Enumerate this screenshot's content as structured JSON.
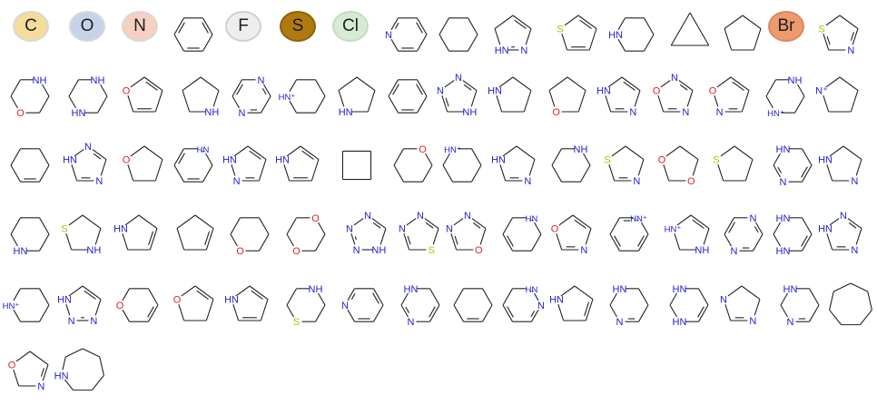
{
  "atom_badges": [
    {
      "label": "C",
      "fill": "#f4dc9a",
      "stroke": "#d8d8d8"
    },
    {
      "label": "O",
      "fill": "#c4d3ea",
      "stroke": "#d8d8d8"
    },
    {
      "label": "N",
      "fill": "#f6d0c0",
      "stroke": "#d8d8d8"
    },
    {
      "label": "F",
      "fill": "#eeeeee",
      "stroke": "#d0d0d0"
    },
    {
      "label": "S",
      "fill": "#b07a10",
      "stroke": "#8e6208"
    },
    {
      "label": "Cl",
      "fill": "#d6ecd2",
      "stroke": "#c4dcc0"
    },
    {
      "label": "Br",
      "fill": "#ee9a6e",
      "stroke": "#d88a60"
    }
  ],
  "colors": {
    "bond": "#222222",
    "N": "#2222cc",
    "O": "#dd2222",
    "S": "#b8b800"
  },
  "rings": [
    {
      "id": "r1-benzene",
      "n": 6,
      "atoms": [],
      "double": [
        0,
        2,
        4
      ]
    },
    {
      "id": "r1-pyridine",
      "n": 6,
      "atoms": [
        {
          "i": 4,
          "t": "N"
        }
      ],
      "double": [
        0,
        2,
        4
      ]
    },
    {
      "id": "r1-cyclohexane",
      "n": 6,
      "atoms": [],
      "double": []
    },
    {
      "id": "r1-pyrazole",
      "n": 5,
      "atoms": [
        {
          "i": 3,
          "t": "HN"
        },
        {
          "i": 2,
          "t": "N"
        }
      ],
      "double": [
        0,
        2
      ]
    },
    {
      "id": "r1-thiophene",
      "n": 5,
      "atoms": [
        {
          "i": 4,
          "t": "S"
        }
      ],
      "double": [
        0,
        2
      ]
    },
    {
      "id": "r1-piperidine",
      "n": 6,
      "atoms": [
        {
          "i": 4,
          "t": "HN"
        }
      ],
      "double": []
    },
    {
      "id": "r1-cyclopropane",
      "n": 3,
      "atoms": [],
      "double": []
    },
    {
      "id": "r1-cyclopentane",
      "n": 5,
      "atoms": [],
      "double": []
    },
    {
      "id": "r1-thiazole",
      "n": 5,
      "atoms": [
        {
          "i": 4,
          "t": "S"
        },
        {
          "i": 2,
          "t": "N"
        }
      ],
      "double": [
        1,
        3
      ]
    },
    {
      "id": "r2-morpholine",
      "n": 6,
      "atoms": [
        {
          "i": 0,
          "t": "NH"
        },
        {
          "i": 3,
          "t": "O"
        }
      ],
      "double": []
    },
    {
      "id": "r2-piperazine",
      "n": 6,
      "atoms": [
        {
          "i": 0,
          "t": "NH"
        },
        {
          "i": 3,
          "t": "HN"
        }
      ],
      "double": []
    },
    {
      "id": "r2-furan",
      "n": 5,
      "atoms": [
        {
          "i": 4,
          "t": "O"
        }
      ],
      "double": [
        0,
        2
      ]
    },
    {
      "id": "r2-pyrrolidine",
      "n": 5,
      "atoms": [
        {
          "i": 2,
          "t": "NH"
        }
      ],
      "double": []
    },
    {
      "id": "r2-pyrazine",
      "n": 6,
      "atoms": [
        {
          "i": 0,
          "t": "N"
        },
        {
          "i": 3,
          "t": "N"
        }
      ],
      "double": [
        0,
        2,
        4
      ]
    },
    {
      "id": "r2-piperidinium",
      "n": 6,
      "atoms": [
        {
          "i": 4,
          "t": "HN⁺"
        }
      ],
      "double": []
    },
    {
      "id": "r2-pyrrolidine-b",
      "n": 5,
      "atoms": [
        {
          "i": 3,
          "t": "HN"
        }
      ],
      "double": []
    },
    {
      "id": "r2-benzene",
      "n": 6,
      "atoms": [],
      "double": [
        0,
        2,
        4
      ]
    },
    {
      "id": "r2-triazole",
      "n": 5,
      "atoms": [
        {
          "i": 0,
          "t": "N"
        },
        {
          "i": 4,
          "t": "N"
        },
        {
          "i": 2,
          "t": "NH"
        }
      ],
      "double": [
        0,
        3
      ]
    },
    {
      "id": "r2-pyrrolidine-c",
      "n": 5,
      "atoms": [
        {
          "i": 4,
          "t": "HN"
        }
      ],
      "double": []
    },
    {
      "id": "r2-thf",
      "n": 5,
      "atoms": [
        {
          "i": 3,
          "t": "O"
        }
      ],
      "double": []
    },
    {
      "id": "r2-imidazole",
      "n": 5,
      "atoms": [
        {
          "i": 4,
          "t": "HN"
        },
        {
          "i": 2,
          "t": "N"
        }
      ],
      "double": [
        0,
        2
      ]
    },
    {
      "id": "r2-oxadiazole",
      "n": 5,
      "atoms": [
        {
          "i": 0,
          "t": "N"
        },
        {
          "i": 4,
          "t": "O"
        },
        {
          "i": 2,
          "t": "N"
        }
      ],
      "double": [
        0,
        2
      ]
    },
    {
      "id": "r2-isoxazole",
      "n": 5,
      "atoms": [
        {
          "i": 4,
          "t": "O"
        },
        {
          "i": 3,
          "t": "N"
        }
      ],
      "double": [
        0,
        2
      ]
    },
    {
      "id": "r2-piperazinium",
      "n": 6,
      "atoms": [
        {
          "i": 0,
          "t": "NH"
        },
        {
          "i": 3,
          "t": "HN⁺"
        }
      ],
      "double": []
    },
    {
      "id": "r2-pyrrolidinium",
      "n": 5,
      "atoms": [
        {
          "i": 4,
          "t": "N⁺"
        }
      ],
      "double": []
    },
    {
      "id": "r3-cyclohexene",
      "n": 6,
      "atoms": [],
      "double": [
        2
      ]
    },
    {
      "id": "r3-triazole",
      "n": 5,
      "atoms": [
        {
          "i": 4,
          "t": "HN"
        },
        {
          "i": 0,
          "t": "N"
        },
        {
          "i": 2,
          "t": "N"
        }
      ],
      "double": [
        0,
        2
      ]
    },
    {
      "id": "r3-thf",
      "n": 5,
      "atoms": [
        {
          "i": 4,
          "t": "O"
        }
      ],
      "double": []
    },
    {
      "id": "r3-dihydropyridine",
      "n": 6,
      "atoms": [
        {
          "i": 0,
          "t": "H̶N"
        }
      ],
      "double": [
        2,
        4
      ]
    },
    {
      "id": "r3-pyrazole",
      "n": 5,
      "atoms": [
        {
          "i": 4,
          "t": "HN"
        },
        {
          "i": 3,
          "t": "N"
        }
      ],
      "double": [
        0,
        2
      ]
    },
    {
      "id": "r3-pyrrole",
      "n": 5,
      "atoms": [
        {
          "i": 4,
          "t": "HN"
        }
      ],
      "double": [
        0,
        2
      ]
    },
    {
      "id": "r3-cyclobutane",
      "n": 4,
      "atoms": [],
      "double": []
    },
    {
      "id": "r3-pyran",
      "n": 6,
      "atoms": [
        {
          "i": 0,
          "t": "O"
        }
      ],
      "double": []
    },
    {
      "id": "r3-piperidinium",
      "n": 6,
      "atoms": [
        {
          "i": 5,
          "t": "HN⁺"
        }
      ],
      "double": []
    },
    {
      "id": "r3-imidazoline",
      "n": 5,
      "atoms": [
        {
          "i": 4,
          "t": "HN"
        },
        {
          "i": 2,
          "t": "N"
        }
      ],
      "double": [
        2
      ]
    },
    {
      "id": "r3-piperidine",
      "n": 6,
      "atoms": [
        {
          "i": 0,
          "t": "NH"
        }
      ],
      "double": []
    },
    {
      "id": "r3-thiazoline",
      "n": 5,
      "atoms": [
        {
          "i": 4,
          "t": "S"
        },
        {
          "i": 2,
          "t": "N"
        }
      ],
      "double": [
        2
      ]
    },
    {
      "id": "r3-dioxolane",
      "n": 5,
      "atoms": [
        {
          "i": 4,
          "t": "O"
        },
        {
          "i": 2,
          "t": "O"
        }
      ],
      "double": []
    },
    {
      "id": "r3-thiolane",
      "n": 5,
      "atoms": [
        {
          "i": 4,
          "t": "S"
        }
      ],
      "double": []
    },
    {
      "id": "r3-dihydropyrazine",
      "n": 6,
      "atoms": [
        {
          "i": 5,
          "t": "HN"
        },
        {
          "i": 3,
          "t": "N"
        }
      ],
      "double": [
        1,
        3
      ]
    },
    {
      "id": "r3-imidazolidine",
      "n": 5,
      "atoms": [
        {
          "i": 4,
          "t": "HN"
        },
        {
          "i": 2,
          "t": "N"
        }
      ],
      "double": []
    },
    {
      "id": "r4-piperidine",
      "n": 6,
      "atoms": [
        {
          "i": 3,
          "t": "HN"
        }
      ],
      "double": []
    },
    {
      "id": "r4-thiazolidine",
      "n": 5,
      "atoms": [
        {
          "i": 4,
          "t": "S"
        },
        {
          "i": 2,
          "t": "NH"
        }
      ],
      "double": []
    },
    {
      "id": "r4-pyrroline",
      "n": 5,
      "atoms": [
        {
          "i": 4,
          "t": "HN"
        }
      ],
      "double": [
        1
      ]
    },
    {
      "id": "r4-cyclopentene",
      "n": 5,
      "atoms": [],
      "double": [
        1
      ]
    },
    {
      "id": "r4-pyran",
      "n": 6,
      "atoms": [
        {
          "i": 3,
          "t": "O"
        }
      ],
      "double": []
    },
    {
      "id": "r4-dioxane",
      "n": 6,
      "atoms": [
        {
          "i": 0,
          "t": "O"
        },
        {
          "i": 3,
          "t": "O"
        }
      ],
      "double": []
    },
    {
      "id": "r4-tetrazole",
      "n": 5,
      "atoms": [
        {
          "i": 0,
          "t": "N"
        },
        {
          "i": 4,
          "t": "N"
        },
        {
          "i": 3,
          "t": "N"
        },
        {
          "i": 2,
          "t": "NH"
        }
      ],
      "double": [
        0,
        3
      ]
    },
    {
      "id": "r4-thiadiazole",
      "n": 5,
      "atoms": [
        {
          "i": 0,
          "t": "N"
        },
        {
          "i": 4,
          "t": "N"
        },
        {
          "i": 2,
          "t": "S"
        }
      ],
      "double": [
        0,
        3
      ]
    },
    {
      "id": "r4-oxadiazole",
      "n": 5,
      "atoms": [
        {
          "i": 0,
          "t": "N"
        },
        {
          "i": 4,
          "t": "N"
        },
        {
          "i": 2,
          "t": "O"
        }
      ],
      "double": [
        0,
        3
      ]
    },
    {
      "id": "r4-tetrahydropyridine",
      "n": 6,
      "atoms": [
        {
          "i": 0,
          "t": "H̶N"
        }
      ],
      "double": [
        3
      ]
    },
    {
      "id": "r4-oxazole",
      "n": 5,
      "atoms": [
        {
          "i": 4,
          "t": "O"
        },
        {
          "i": 2,
          "t": "N"
        }
      ],
      "double": [
        0,
        2
      ]
    },
    {
      "id": "r4-pyridinium",
      "n": 6,
      "atoms": [
        {
          "i": 0,
          "t": "H̶N⁺"
        }
      ],
      "double": [
        1,
        3,
        5
      ]
    },
    {
      "id": "r4-imidazolium",
      "n": 5,
      "atoms": [
        {
          "i": 4,
          "t": "HN⁺"
        },
        {
          "i": 2,
          "t": "NH"
        }
      ],
      "double": [
        0
      ]
    },
    {
      "id": "r4-pyrazine",
      "n": 6,
      "atoms": [
        {
          "i": 0,
          "t": "N"
        },
        {
          "i": 3,
          "t": "N"
        }
      ],
      "double": [
        0,
        2,
        4
      ]
    },
    {
      "id": "r4-dihydropyrazine",
      "n": 6,
      "atoms": [
        {
          "i": 5,
          "t": "HN"
        },
        {
          "i": 3,
          "t": "HN"
        }
      ],
      "double": [
        1
      ]
    },
    {
      "id": "r4-triazole",
      "n": 5,
      "atoms": [
        {
          "i": 4,
          "t": "HN"
        },
        {
          "i": 0,
          "t": "N"
        },
        {
          "i": 2,
          "t": "N"
        }
      ],
      "double": [
        0,
        2
      ]
    },
    {
      "id": "r5-piperidinium",
      "n": 6,
      "atoms": [
        {
          "i": 4,
          "t": "HN⁺"
        }
      ],
      "double": []
    },
    {
      "id": "r5-triazole",
      "n": 5,
      "atoms": [
        {
          "i": 4,
          "t": "HN"
        },
        {
          "i": 3,
          "t": "N"
        },
        {
          "i": 2,
          "t": "N"
        }
      ],
      "double": [
        0,
        2
      ]
    },
    {
      "id": "r5-dihydropyran",
      "n": 6,
      "atoms": [
        {
          "i": 4,
          "t": "O"
        }
      ],
      "double": [
        1
      ]
    },
    {
      "id": "r5-dihydrofuran",
      "n": 5,
      "atoms": [
        {
          "i": 4,
          "t": "O"
        }
      ],
      "double": [
        0
      ]
    },
    {
      "id": "r5-pyrrole",
      "n": 5,
      "atoms": [
        {
          "i": 4,
          "t": "HN"
        }
      ],
      "double": [
        0,
        2
      ]
    },
    {
      "id": "r5-thiomorpholine",
      "n": 6,
      "atoms": [
        {
          "i": 0,
          "t": "NH"
        },
        {
          "i": 3,
          "t": "S"
        }
      ],
      "double": []
    },
    {
      "id": "r5-pyridine",
      "n": 6,
      "atoms": [
        {
          "i": 4,
          "t": "N"
        }
      ],
      "double": [
        0,
        2,
        4
      ]
    },
    {
      "id": "r5-dihydropyrazine",
      "n": 6,
      "atoms": [
        {
          "i": 5,
          "t": "HN"
        },
        {
          "i": 3,
          "t": "N"
        }
      ],
      "double": [
        1,
        3
      ]
    },
    {
      "id": "r5-cyclohexene",
      "n": 6,
      "atoms": [],
      "double": [
        2
      ]
    },
    {
      "id": "r5-dihydropyrimidine",
      "n": 6,
      "atoms": [
        {
          "i": 0,
          "t": "H̶N"
        },
        {
          "i": 1,
          "t": "N"
        }
      ],
      "double": [
        1,
        3
      ]
    },
    {
      "id": "r5-pyrroline",
      "n": 5,
      "atoms": [
        {
          "i": 4,
          "t": "HN"
        }
      ],
      "double": [
        1
      ]
    },
    {
      "id": "r5-tetrahydropyrazine",
      "n": 6,
      "atoms": [
        {
          "i": 5,
          "t": "HN"
        },
        {
          "i": 3,
          "t": "N"
        }
      ],
      "double": [
        2
      ]
    },
    {
      "id": "r5-dihydropyrazine-b",
      "n": 6,
      "atoms": [
        {
          "i": 5,
          "t": "HN"
        },
        {
          "i": 3,
          "t": "HN"
        }
      ],
      "double": [
        1
      ]
    },
    {
      "id": "r5-imidazoline",
      "n": 5,
      "atoms": [
        {
          "i": 4,
          "t": "N"
        },
        {
          "i": 2,
          "t": "N"
        }
      ],
      "double": [
        2
      ]
    },
    {
      "id": "r5-tetrahydropyrimidine",
      "n": 6,
      "atoms": [
        {
          "i": 5,
          "t": "HN"
        },
        {
          "i": 3,
          "t": "N"
        }
      ],
      "double": [
        2
      ]
    },
    {
      "id": "r5-cycloheptane",
      "n": 7,
      "atoms": [],
      "double": []
    },
    {
      "id": "r6-oxazoline",
      "n": 5,
      "atoms": [
        {
          "i": 4,
          "t": "O"
        },
        {
          "i": 2,
          "t": "N"
        }
      ],
      "double": [
        1
      ]
    },
    {
      "id": "r6-azepane",
      "n": 7,
      "atoms": [
        {
          "i": 5,
          "t": "HN"
        }
      ],
      "double": []
    }
  ]
}
